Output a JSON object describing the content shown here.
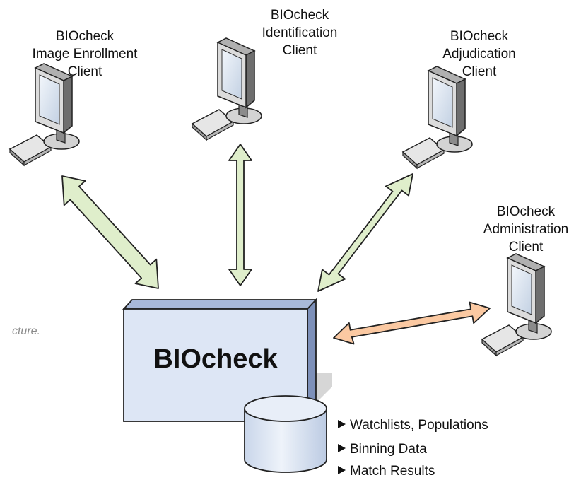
{
  "clients": [
    {
      "id": "enrollment",
      "lines": [
        "BIOcheck",
        "Image Enrollment",
        "Client"
      ]
    },
    {
      "id": "identification",
      "lines": [
        "BIOcheck",
        "Identification",
        "Client"
      ]
    },
    {
      "id": "adjudication",
      "lines": [
        "BIOcheck",
        "Adjudication",
        "Client"
      ]
    },
    {
      "id": "administration",
      "lines": [
        "BIOcheck",
        "Administration",
        "Client"
      ]
    }
  ],
  "server": {
    "label": "BIOcheck"
  },
  "database": {
    "items": [
      "Watchlists, Populations",
      "Binning Data",
      "Match Results"
    ]
  },
  "caption_fragment": "cture.",
  "colors": {
    "green_arrow": "#dfeecb",
    "orange_arrow": "#fbc9a2",
    "server_face": "#dde6f5",
    "db_fill": "#dde7f4"
  }
}
